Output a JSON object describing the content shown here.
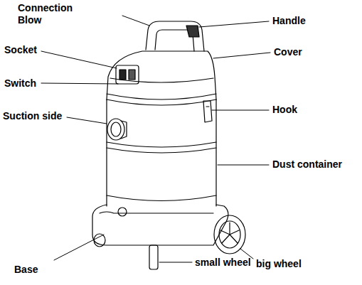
{
  "diagram": {
    "labels": [
      "Connection Blow",
      "Handle",
      "Socket",
      "Cover",
      "Switch",
      "Hook",
      "Suction side",
      "Dust container",
      "Base",
      "small wheel",
      "big wheel"
    ]
  }
}
